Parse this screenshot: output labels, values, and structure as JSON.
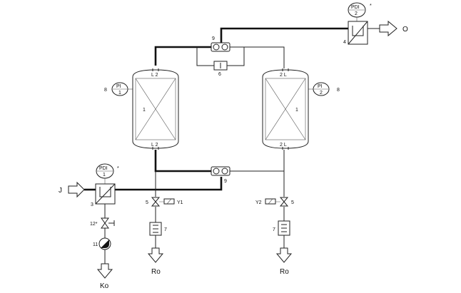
{
  "diagram": {
    "labels": {
      "inlet": "J",
      "outlet": "O",
      "regen_out_left": "Ro",
      "regen_out_right": "Ro",
      "condensate_out": "Ko",
      "vessel_left": "1",
      "vessel_right": "1",
      "vessel_left_top": "L 2",
      "vessel_left_bottom": "L 2",
      "vessel_right_top": "2 L",
      "vessel_right_bottom": "2 L",
      "pi_left_id": "8",
      "pi_left_tag": "PI",
      "pi_left_num": "1",
      "pi_right_id": "8",
      "pi_right_tag": "PI",
      "pi_right_num": "2",
      "pdi_top_tag": "PDI",
      "pdi_top_num": "2",
      "pdi_top_mark": "*",
      "pdi_bottom_tag": "PDI",
      "pdi_bottom_num": "1",
      "pdi_bottom_mark": "*",
      "filter_out_id": "4",
      "filter_in_id": "3",
      "shuttle_top_id": "9",
      "shuttle_bottom_id": "9",
      "throttle_id": "6",
      "valve_left_id": "5",
      "valve_right_id": "5",
      "solenoid_left": "Y1",
      "solenoid_right": "Y2",
      "silencer_left_id": "7",
      "silencer_right_id": "7",
      "drain_valve_id": "12*",
      "drain_trap_id": "11"
    }
  }
}
